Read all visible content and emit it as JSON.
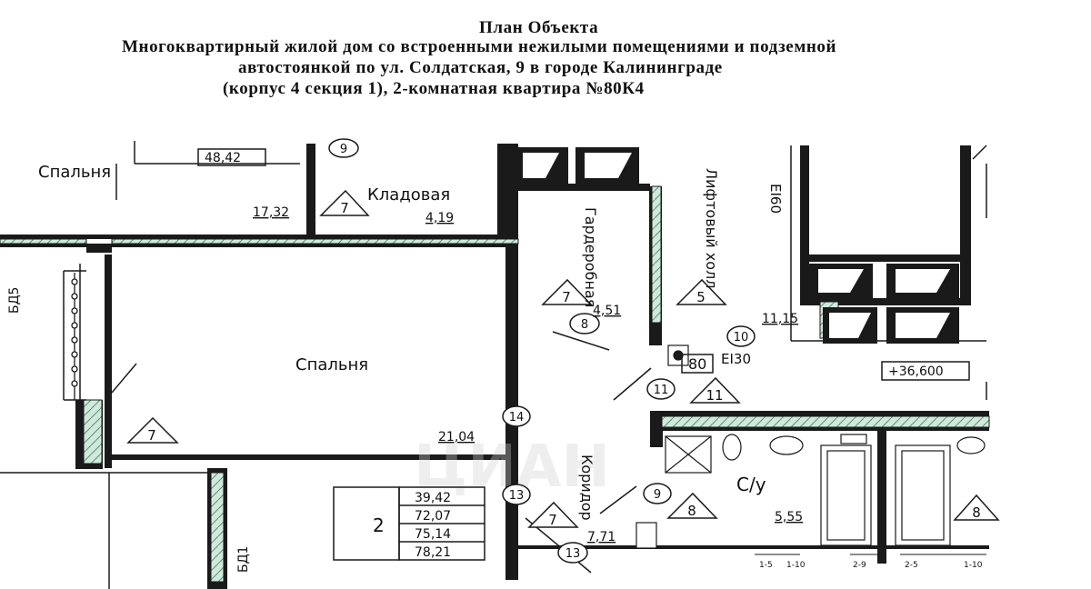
{
  "header": {
    "title": "План Объекта",
    "line1": "Многоквартирный жилой дом со встроенными нежилыми помещениями и подземной",
    "line2": "автостоянкой по ул. Солдатская, 9 в городе Калининграде",
    "line3": "(корпус 4 секция 1), 2-комнатная квартира №80К4"
  },
  "plan": {
    "rooms": {
      "bedroom_top": "Спальня",
      "area_top": "48,42",
      "area_1732": "17,32",
      "pantry": "Кладовая",
      "pantry_area": "4,19",
      "pantry_num": "9",
      "wardrobe": "Гардеробная",
      "wardrobe_area": "4,51",
      "lift_hall": "Лифтовый холл",
      "lift_code": "EI60",
      "hall_area": "11,15",
      "hall_num": "10",
      "door_code": "EI30",
      "apt_num": "80",
      "elevation": "+36,600",
      "bedroom": "Спальня",
      "bedroom_area": "21,04",
      "corridor": "Коридор",
      "corridor_area": "7,71",
      "bath": "С/у",
      "bath_area": "5,55",
      "balcony_left": "БД5",
      "balcony_bottom": "БД1"
    },
    "tags": {
      "t7a": "7",
      "t7b": "7",
      "t5": "5",
      "t11": "11",
      "t7c": "7",
      "t7d": "7",
      "t8": "8",
      "t8b": "8"
    },
    "circles": {
      "c8": "8",
      "c11": "11",
      "c14": "14",
      "c13a": "13",
      "c9": "9",
      "c13b": "13"
    },
    "summary": {
      "rooms": "2",
      "values": [
        "39,42",
        "72,07",
        "75,14",
        "78,21"
      ]
    },
    "dims": [
      "1-5",
      "1-10",
      "2-9",
      "2-5",
      "1-10"
    ]
  }
}
